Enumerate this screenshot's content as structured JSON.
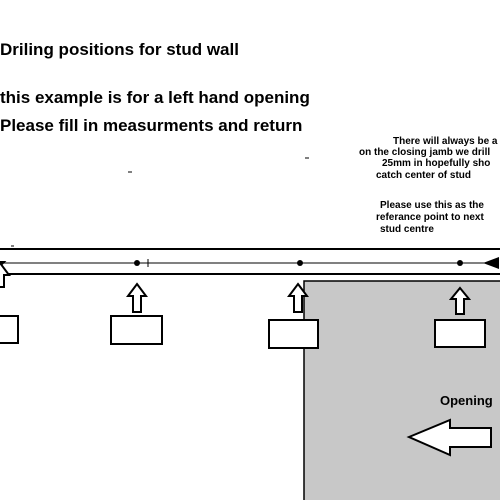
{
  "title": "Driling positions for stud wall",
  "instructions": {
    "line1": "this example is for a left hand opening",
    "line2": "Please fill in measurments and return"
  },
  "note_closing_jamb": {
    "line1": "There will always be a",
    "line2": "on the closing jamb we drill",
    "line3": "25mm in hopefully sho",
    "line4": "catch center of stud"
  },
  "note_reference": {
    "line1": "Please use this as the",
    "line2": "referance point to next",
    "line3": "stud centre"
  },
  "opening_label": "Opening",
  "colors": {
    "line": "#000000",
    "opening_fill": "#c8c8c8",
    "box_fill": "#ffffff"
  },
  "icons": [
    "up-arrow-icon",
    "left-arrow-icon",
    "drill-point-dot"
  ]
}
